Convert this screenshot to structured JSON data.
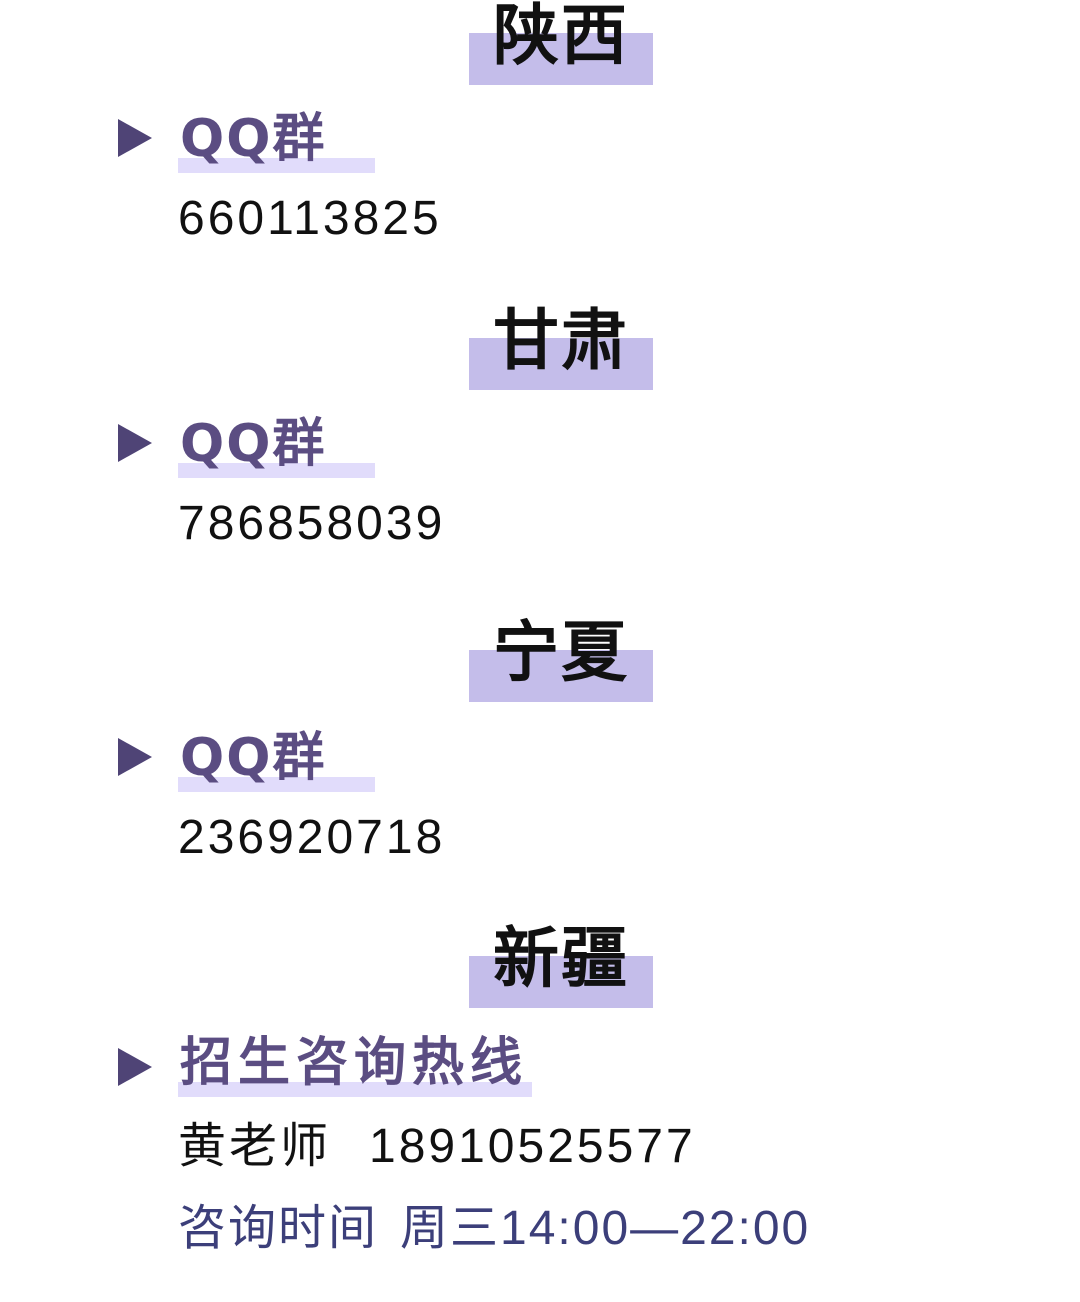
{
  "sections": [
    {
      "region": "陕西",
      "label": "QQ群",
      "value": "660113825"
    },
    {
      "region": "甘肃",
      "label": "QQ群",
      "value": "786858039"
    },
    {
      "region": "宁夏",
      "label": "QQ群",
      "value": "236920718"
    },
    {
      "region": "新疆",
      "label": "招生咨询热线",
      "contact_name": "黄老师",
      "contact_phone": "18910525577",
      "time_label": "咨询时间",
      "time_value": "周三14:00—22:00"
    }
  ],
  "colors": {
    "heading_highlight": "#c4bdea",
    "label_underline": "#e1dcfb",
    "label_text": "#5b4d82",
    "triangle": "#4f4476",
    "time_text": "#3c3f7a"
  },
  "icons": {
    "bullet": "triangle-right-icon"
  }
}
